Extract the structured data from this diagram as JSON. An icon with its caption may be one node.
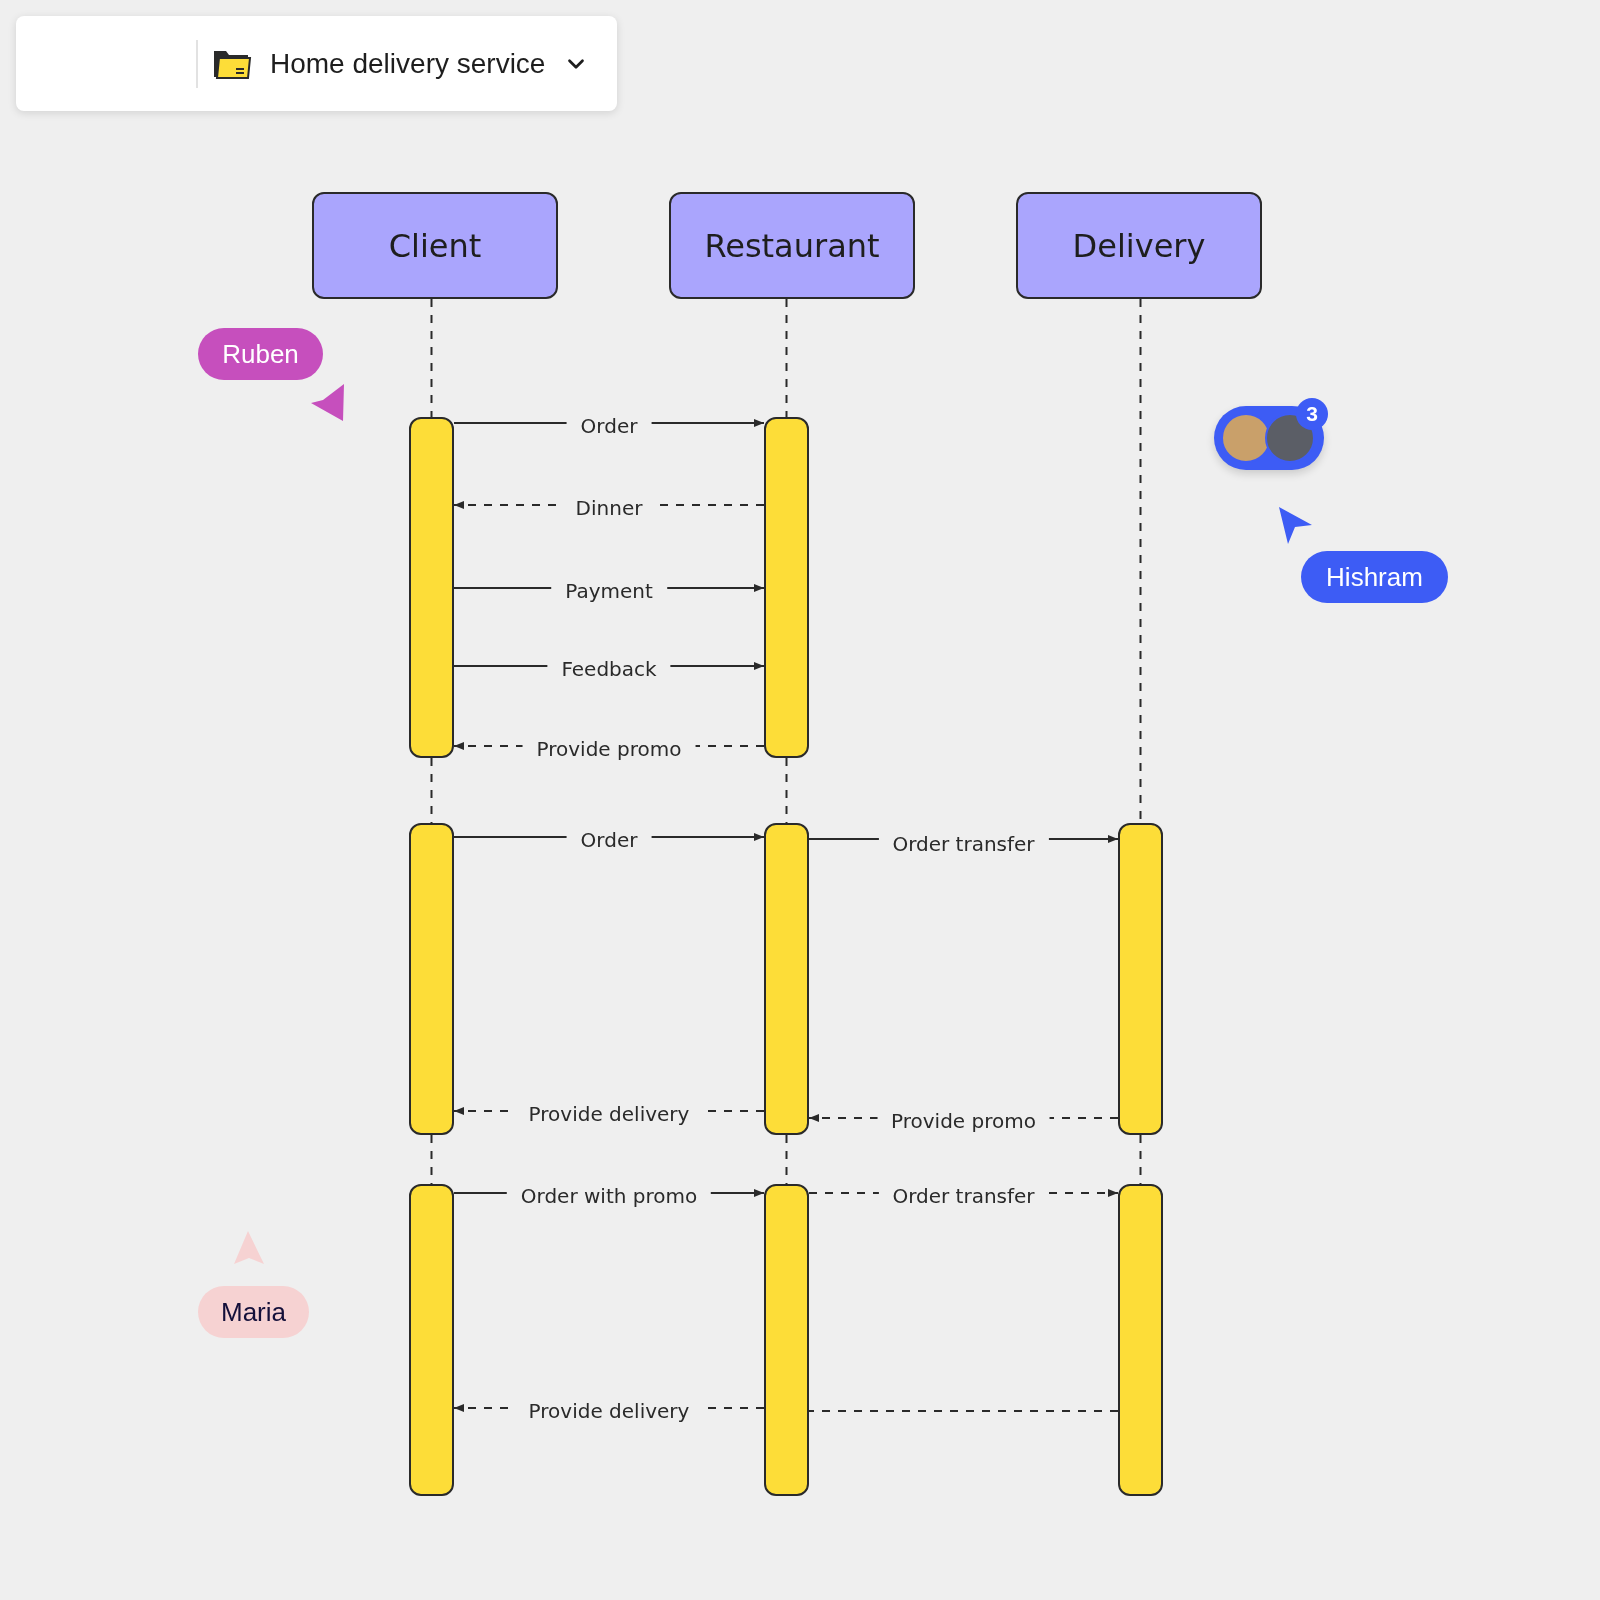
{
  "diagram": {
    "title": "Home delivery service",
    "nodes": [
      {
        "text": [
          "Client"
        ]
      },
      {
        "text": [
          "Restaurant"
        ]
      },
      {
        "text": [
          "Delivery"
        ]
      },
      {
        "text": [],
        "shape": "bar"
      },
      {
        "text": [],
        "shape": "bar"
      },
      {
        "text": [],
        "shape": "bar"
      },
      {
        "text": [],
        "shape": "bar"
      },
      {
        "text": [],
        "shape": "bar"
      },
      {
        "text": [],
        "shape": "bar"
      },
      {
        "text": [],
        "shape": "bar"
      },
      {
        "text": [],
        "shape": "bar"
      },
      {
        "text": [
          "Ruben"
        ]
      },
      {
        "text": [
          "Hishram"
        ]
      },
      {
        "text": [
          "Maria"
        ]
      }
    ],
    "edges": [
      {
        "from": 0,
        "to": 3,
        "arrow": "none",
        "style": "dashed"
      },
      {
        "from": 3,
        "to": 5,
        "arrow": "none",
        "style": "dashed"
      },
      {
        "from": 5,
        "to": 8,
        "arrow": "none",
        "style": "dashed"
      },
      {
        "from": 1,
        "to": 4,
        "arrow": "none",
        "style": "dashed"
      },
      {
        "from": 4,
        "to": 6,
        "arrow": "none",
        "style": "dashed"
      },
      {
        "from": 6,
        "to": 9,
        "arrow": "none",
        "style": "dashed"
      },
      {
        "from": 2,
        "to": 7,
        "arrow": "none",
        "style": "dashed"
      },
      {
        "from": 7,
        "to": 10,
        "arrow": "none",
        "style": "dashed"
      },
      {
        "from": 3,
        "to": 4,
        "arrow": "to",
        "label": "Order"
      },
      {
        "from": 4,
        "to": 3,
        "arrow": "to",
        "label": "Dinner",
        "style": "dashed"
      },
      {
        "from": 3,
        "to": 4,
        "arrow": "to",
        "label": "Payment"
      },
      {
        "from": 3,
        "to": 4,
        "arrow": "to",
        "label": "Feedback"
      },
      {
        "from": 4,
        "to": 3,
        "arrow": "to",
        "label": "Provide promo",
        "style": "dashed"
      },
      {
        "from": 5,
        "to": 6,
        "arrow": "to",
        "label": "Order"
      },
      {
        "from": 6,
        "to": 7,
        "arrow": "to",
        "label": "Order transfer"
      },
      {
        "from": 6,
        "to": 5,
        "arrow": "to",
        "label": "Provide delivery",
        "style": "dashed"
      },
      {
        "from": 7,
        "to": 6,
        "arrow": "to",
        "label": "Provide promo",
        "style": "dashed"
      },
      {
        "from": 8,
        "to": 9,
        "arrow": "to",
        "label": "Order with promo"
      },
      {
        "from": 9,
        "to": 10,
        "arrow": "to",
        "label": "Order transfer",
        "style": "dashed"
      },
      {
        "from": 9,
        "to": 8,
        "arrow": "to",
        "label": "Provide delivery",
        "style": "dashed"
      },
      {
        "from": 10,
        "to": 9,
        "arrow": "none",
        "style": "dashed"
      }
    ],
    "labels": [
      "3"
    ]
  }
}
